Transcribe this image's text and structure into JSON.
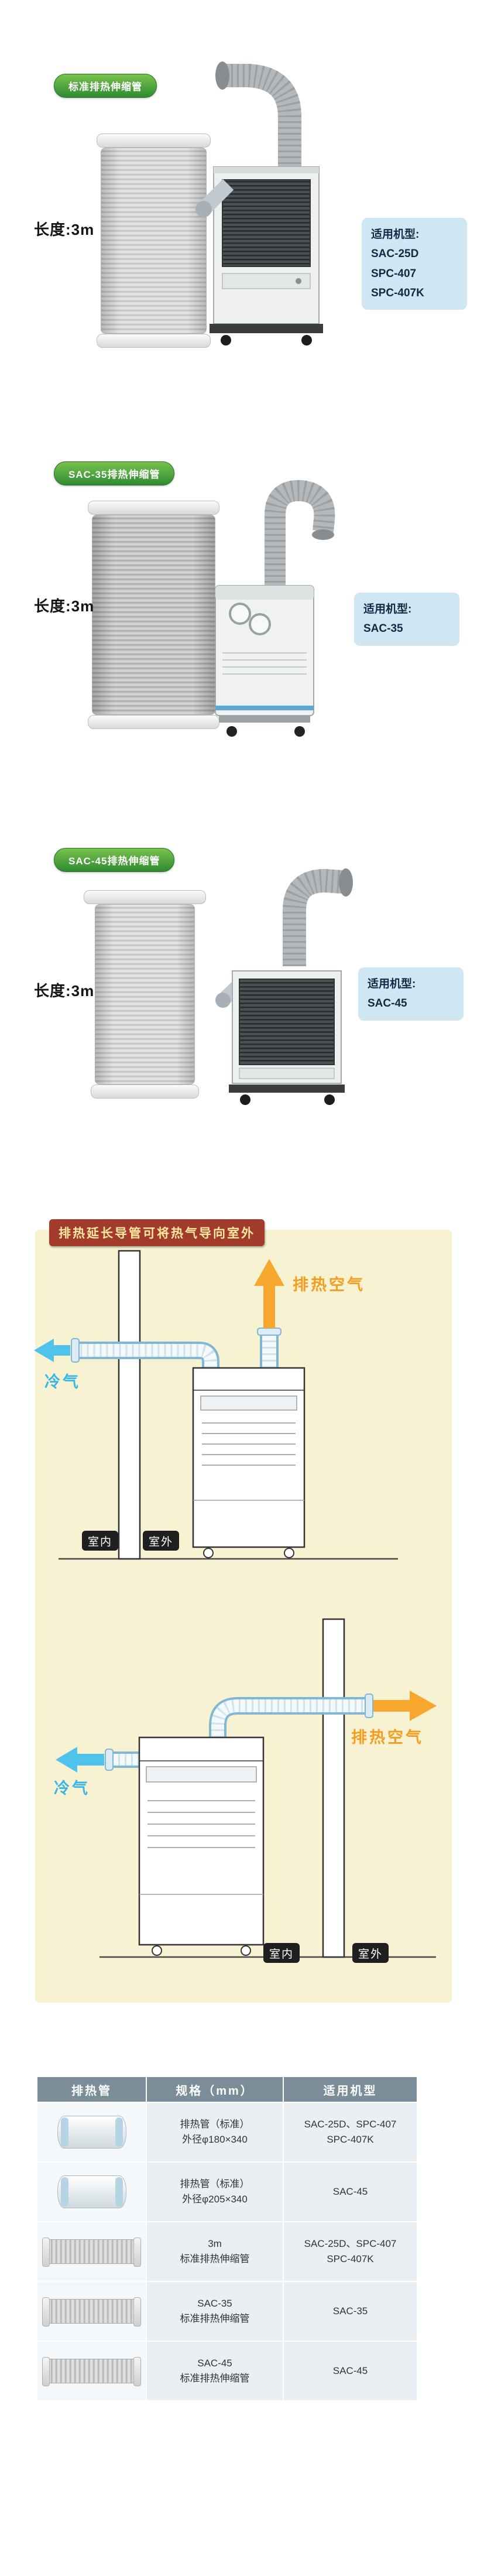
{
  "sections": [
    {
      "badge": "标准排热伸缩管",
      "length_label": "长度:3m",
      "info_title": "适用机型:",
      "models": [
        "SAC-25D",
        "SPC-407",
        "SPC-407K"
      ]
    },
    {
      "badge": "SAC-35排热伸缩管",
      "length_label": "长度:3m",
      "info_title": "适用机型:",
      "models": [
        "SAC-35"
      ]
    },
    {
      "badge": "SAC-45排热伸缩管",
      "length_label": "长度:3m",
      "info_title": "适用机型:",
      "models": [
        "SAC-45"
      ]
    }
  ],
  "diagram_section": {
    "badge": "排热延长导管可将热气导向室外",
    "labels": {
      "exhaust_air": "排热空气",
      "cold_air": "冷气",
      "indoor": "室内",
      "outdoor": "室外"
    }
  },
  "table": {
    "headers": [
      "排热管",
      "规格（mm）",
      "适用机型"
    ],
    "rows": [
      {
        "image": "short-exhaust-tube",
        "spec_line1": "排热管（标准）",
        "spec_line2": "外径φ180×340",
        "models_line1": "SAC-25D、SPC-407",
        "models_line2": "SPC-407K"
      },
      {
        "image": "short-exhaust-tube",
        "spec_line1": "排热管（标准）",
        "spec_line2": "外径φ205×340",
        "models_line1": "SAC-45",
        "models_line2": ""
      },
      {
        "image": "long-telescopic-tube",
        "spec_line1": "3m",
        "spec_line2": "标准排热伸缩管",
        "models_line1": "SAC-25D、SPC-407",
        "models_line2": "SPC-407K"
      },
      {
        "image": "long-telescopic-tube",
        "spec_line1": "SAC-35",
        "spec_line2": "标准排热伸缩管",
        "models_line1": "SAC-35",
        "models_line2": ""
      },
      {
        "image": "long-telescopic-tube",
        "spec_line1": "SAC-45",
        "spec_line2": "标准排热伸缩管",
        "models_line1": "SAC-45",
        "models_line2": ""
      }
    ]
  },
  "colors": {
    "badge_green_top": "#79c24e",
    "badge_green_bottom": "#2e8b31",
    "info_box_blue": "#cfe7f3",
    "cream_background": "#f7f2d1",
    "red_badge_bg": "#a23b2b",
    "red_badge_text": "#ffe9a0",
    "exhaust_arrow_orange": "#f7a62e",
    "cold_arrow_blue": "#4fc3ec",
    "table_header_bg": "#7b8d99"
  }
}
